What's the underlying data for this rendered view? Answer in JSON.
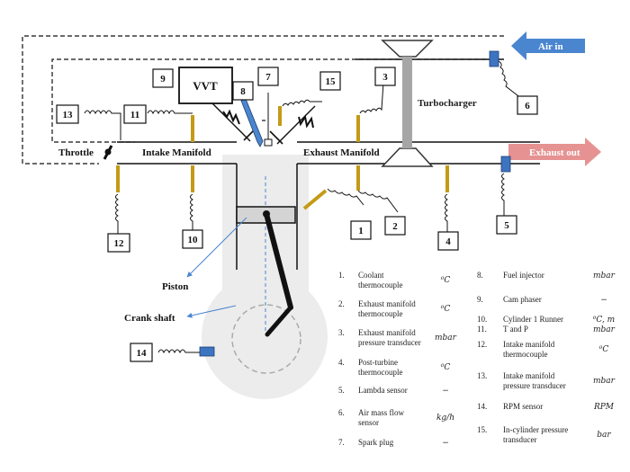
{
  "labels": {
    "air_in": "Air in",
    "exhaust_out": "Exhaust out",
    "vvt": "VVT",
    "turbocharger": "Turbocharger",
    "throttle": "Throttle",
    "intake_manifold": "Intake Manifold",
    "exhaust_manifold": "Exhaust Manifold",
    "piston": "Piston",
    "crank_shaft": "Crank shaft"
  },
  "markers": {
    "m1": "1",
    "m2": "2",
    "m3": "3",
    "m4": "4",
    "m5": "5",
    "m6": "6",
    "m7": "7",
    "m8": "8",
    "m9": "9",
    "m10": "10",
    "m11": "11",
    "m12": "12",
    "m13": "13",
    "m14": "14",
    "m15": "15"
  },
  "legend_left": [
    {
      "num": "1.",
      "lines": [
        "Coolant",
        "thermocouple"
      ],
      "unit": "⁰C"
    },
    {
      "num": "2.",
      "lines": [
        "Exhaust manifold",
        "thermocouple"
      ],
      "unit": "⁰C"
    },
    {
      "num": "3.",
      "lines": [
        "Exhaust manifold",
        "pressure transducer"
      ],
      "unit": "mbar"
    },
    {
      "num": "4.",
      "lines": [
        "Post-turbine",
        "thermocouple"
      ],
      "unit": "⁰C"
    },
    {
      "num": "5.",
      "lines": [
        "Lambda sensor"
      ],
      "unit": "−"
    },
    {
      "num": "6.",
      "lines": [
        "Air mass flow",
        "sensor"
      ],
      "unit": "kg/h"
    },
    {
      "num": "7.",
      "lines": [
        "Spark plug"
      ],
      "unit": "−"
    }
  ],
  "legend_right": [
    {
      "num": "8.",
      "lines": [
        "Fuel injector"
      ],
      "unit": "mbar"
    },
    {
      "num": "9.",
      "lines": [
        "Cam phaser"
      ],
      "unit": "−"
    },
    {
      "num": "10.",
      "lines": [
        "Cylinder 1 Runner"
      ],
      "unit": "⁰C, m"
    },
    {
      "num": "11.",
      "lines": [
        "T and P"
      ],
      "unit": "mbar"
    },
    {
      "num": "12.",
      "lines": [
        "Intake manifold",
        "thermocouple"
      ],
      "unit": "⁰C"
    },
    {
      "num": "13.",
      "lines": [
        "Intake manifold",
        "pressure transducer"
      ],
      "unit": "mbar"
    },
    {
      "num": "14.",
      "lines": [
        "RPM sensor"
      ],
      "unit": "RPM"
    },
    {
      "num": "15.",
      "lines": [
        "In-cylinder pressure",
        "transducer"
      ],
      "unit": "bar"
    }
  ],
  "colors": {
    "arrow_blue": "#4a86cf",
    "arrow_red": "#e69292",
    "sensor_gold": "#c49a16",
    "sensor_blue": "#3d74c2",
    "engine_fill": "#ececec"
  }
}
